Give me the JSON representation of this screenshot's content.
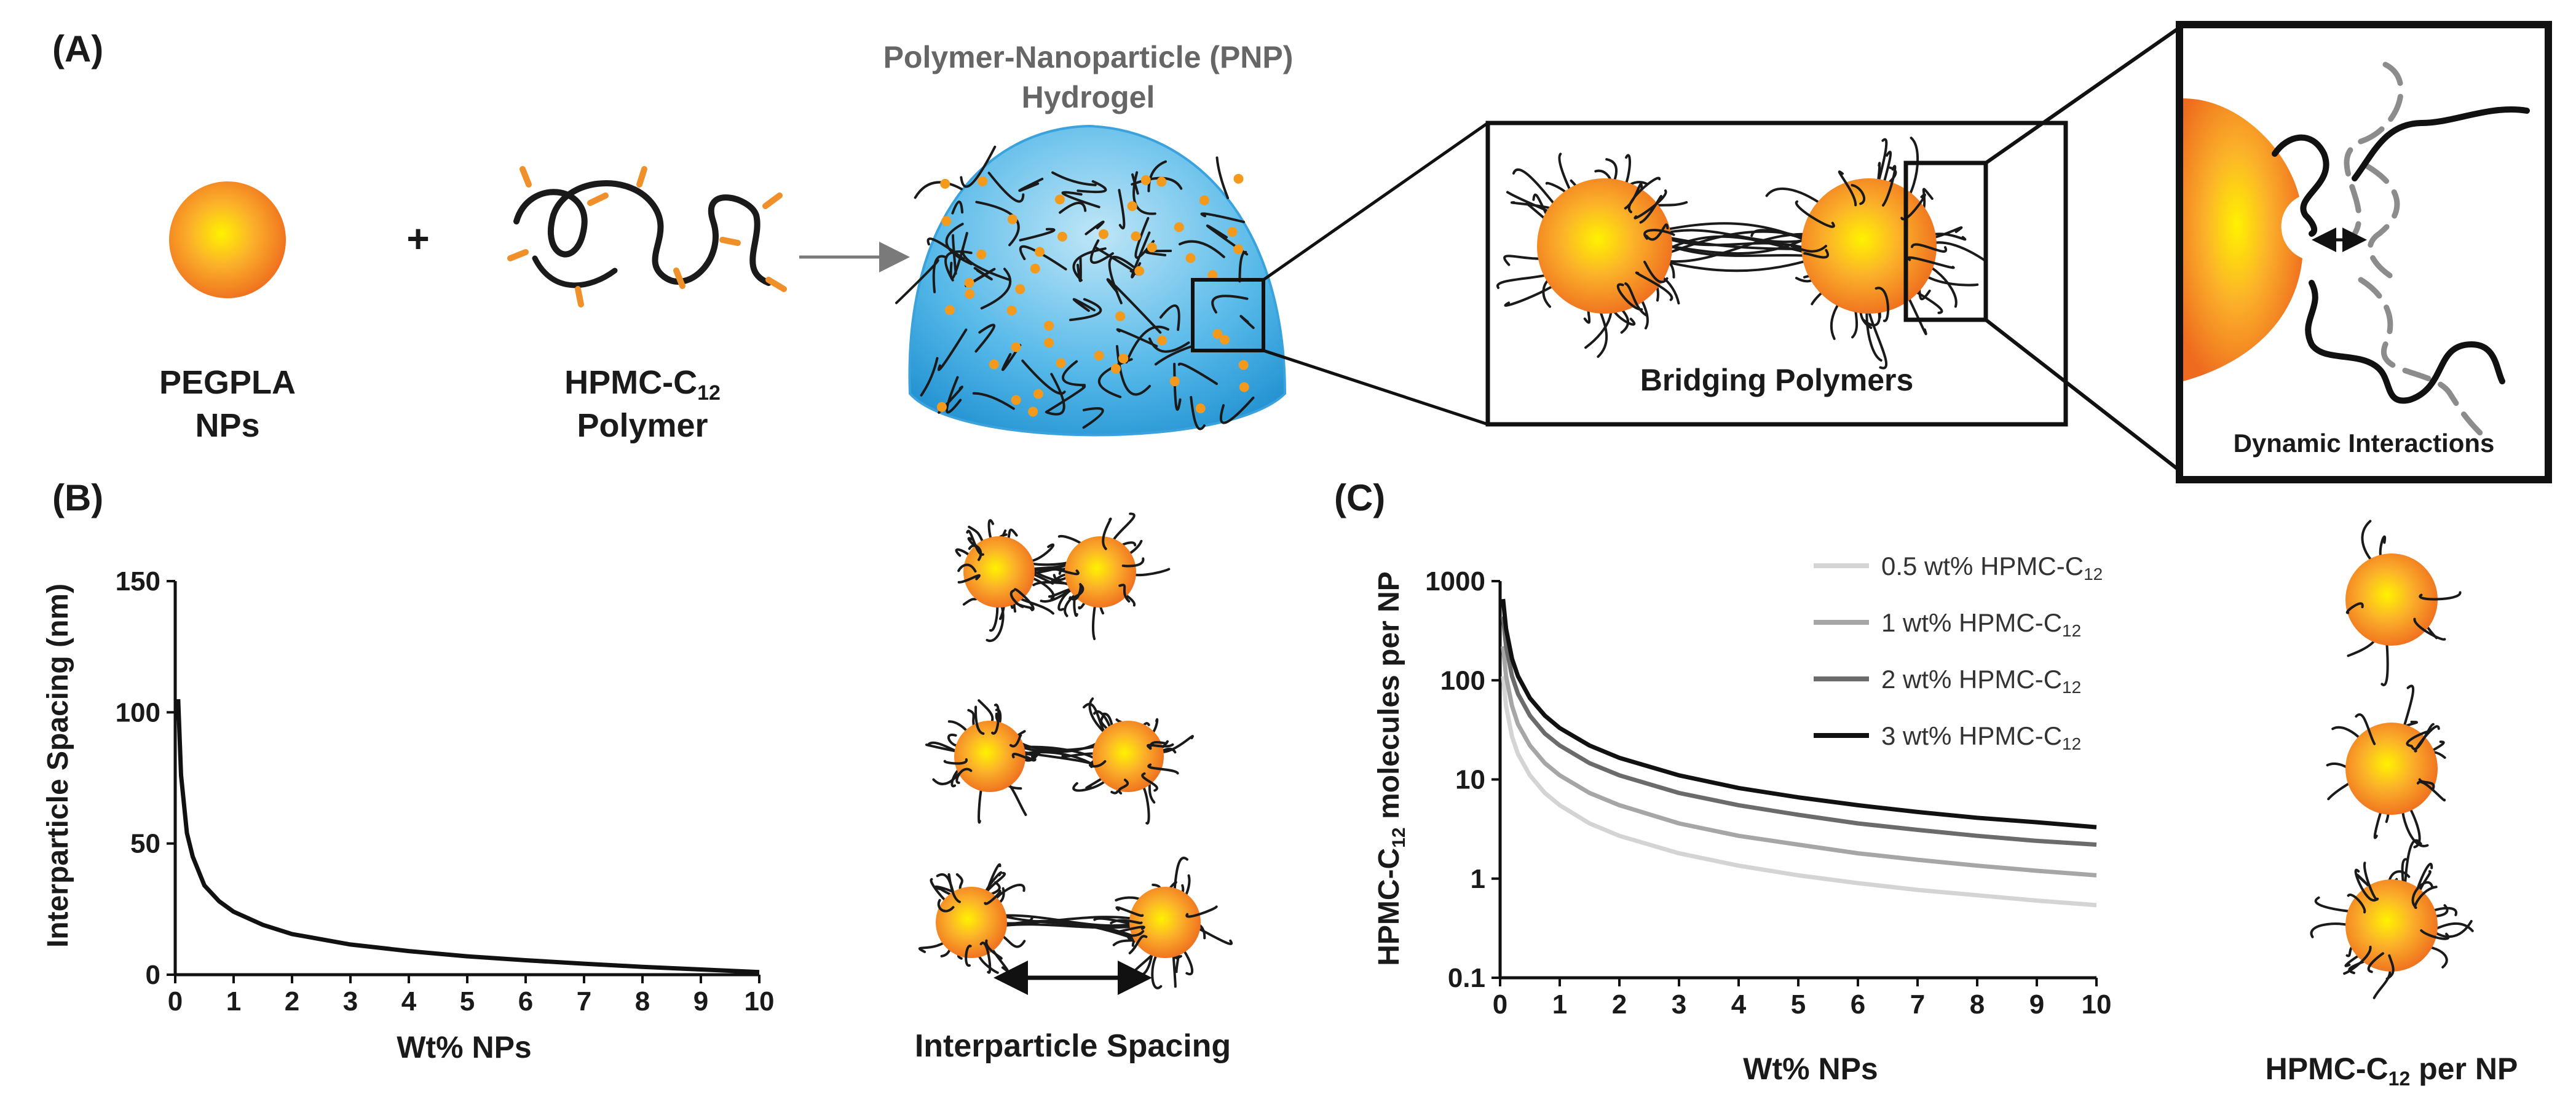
{
  "panel_a": {
    "label": "(A)",
    "np_caption_1": "PEGPLA",
    "np_caption_2": "NPs",
    "plus": "+",
    "polymer_caption_base": "HPMC-C",
    "polymer_caption_sub": "12",
    "polymer_caption_2": "Polymer",
    "hydrogel_title_1": "Polymer-Nanoparticle (PNP)",
    "hydrogel_title_2": "Hydrogel",
    "bridging_label": "Bridging Polymers",
    "dynamic_label": "Dynamic Interactions",
    "colors": {
      "nanoparticle": "#f39a1c",
      "hydrogel": "#4db3e6",
      "polymer": "#1a1a1a"
    }
  },
  "panel_b": {
    "label": "(B)",
    "spacing_caption": "Interparticle Spacing"
  },
  "panel_c": {
    "label": "(C)",
    "ylabel_base": "HPMC-C",
    "ylabel_sub": "12",
    "ylabel_tail": " molecules per NP",
    "np_caption_base": "HPMC-C",
    "np_caption_sub": "12",
    "np_caption_tail": " per NP"
  },
  "chart_data": [
    {
      "type": "line",
      "xlabel": "Wt% NPs",
      "ylabel": "Interparticle Spacing (nm)",
      "xlim": [
        0,
        10
      ],
      "ylim": [
        0,
        150
      ],
      "xticks": [
        "0",
        "1",
        "2",
        "3",
        "4",
        "5",
        "6",
        "7",
        "8",
        "9",
        "10"
      ],
      "yticks": [
        "0",
        "50",
        "100",
        "150"
      ],
      "series": [
        {
          "x": [
            0.05,
            0.1,
            0.2,
            0.3,
            0.5,
            0.75,
            1,
            1.5,
            2,
            3,
            4,
            5,
            6,
            7,
            8,
            9,
            10
          ],
          "y": [
            105,
            76,
            54,
            45,
            34,
            28,
            24,
            19,
            15.5,
            11.5,
            9,
            7,
            5.5,
            4.2,
            3,
            2,
            1
          ],
          "color": "#111111"
        }
      ]
    },
    {
      "type": "line",
      "xlabel": "Wt% NPs",
      "ylabel": "HPMC-C12 molecules per NP",
      "yscale": "log",
      "xlim": [
        0,
        10
      ],
      "ylim": [
        0.1,
        1000
      ],
      "xticks": [
        "0",
        "1",
        "2",
        "3",
        "4",
        "5",
        "6",
        "7",
        "8",
        "9",
        "10"
      ],
      "yticks": [
        "0.1",
        "1",
        "10",
        "100",
        "1000"
      ],
      "legend_position": "top-right",
      "x": [
        0.05,
        0.1,
        0.2,
        0.3,
        0.5,
        0.75,
        1,
        1.5,
        2,
        3,
        4,
        5,
        6,
        7,
        8,
        9,
        10
      ],
      "series": [
        {
          "name": "0.5 wt% HPMC-C12",
          "legend_base": "0.5 wt% HPMC-C",
          "legend_sub": "12",
          "color": "#d4d4d4",
          "values": [
            110,
            55,
            27,
            18,
            11,
            7.3,
            5.5,
            3.6,
            2.7,
            1.8,
            1.35,
            1.08,
            0.9,
            0.77,
            0.68,
            0.6,
            0.54
          ]
        },
        {
          "name": "1 wt% HPMC-C12",
          "legend_base": "1 wt% HPMC-C",
          "legend_sub": "12",
          "color": "#a6a6a6",
          "values": [
            220,
            110,
            55,
            36,
            22,
            14.6,
            11,
            7.3,
            5.5,
            3.6,
            2.7,
            2.2,
            1.8,
            1.55,
            1.35,
            1.2,
            1.08
          ]
        },
        {
          "name": "2 wt% HPMC-C12",
          "legend_base": "2 wt% HPMC-C",
          "legend_sub": "12",
          "color": "#6b6b6b",
          "values": [
            440,
            220,
            110,
            73,
            44,
            29,
            22,
            14.6,
            11,
            7.3,
            5.5,
            4.4,
            3.6,
            3.1,
            2.7,
            2.4,
            2.2
          ]
        },
        {
          "name": "3 wt% HPMC-C12",
          "legend_base": "3 wt% HPMC-C",
          "legend_sub": "12",
          "color": "#111111",
          "values": [
            660,
            330,
            165,
            110,
            66,
            44,
            33,
            22,
            16.5,
            11,
            8.2,
            6.6,
            5.5,
            4.7,
            4.1,
            3.7,
            3.3
          ]
        }
      ]
    }
  ]
}
